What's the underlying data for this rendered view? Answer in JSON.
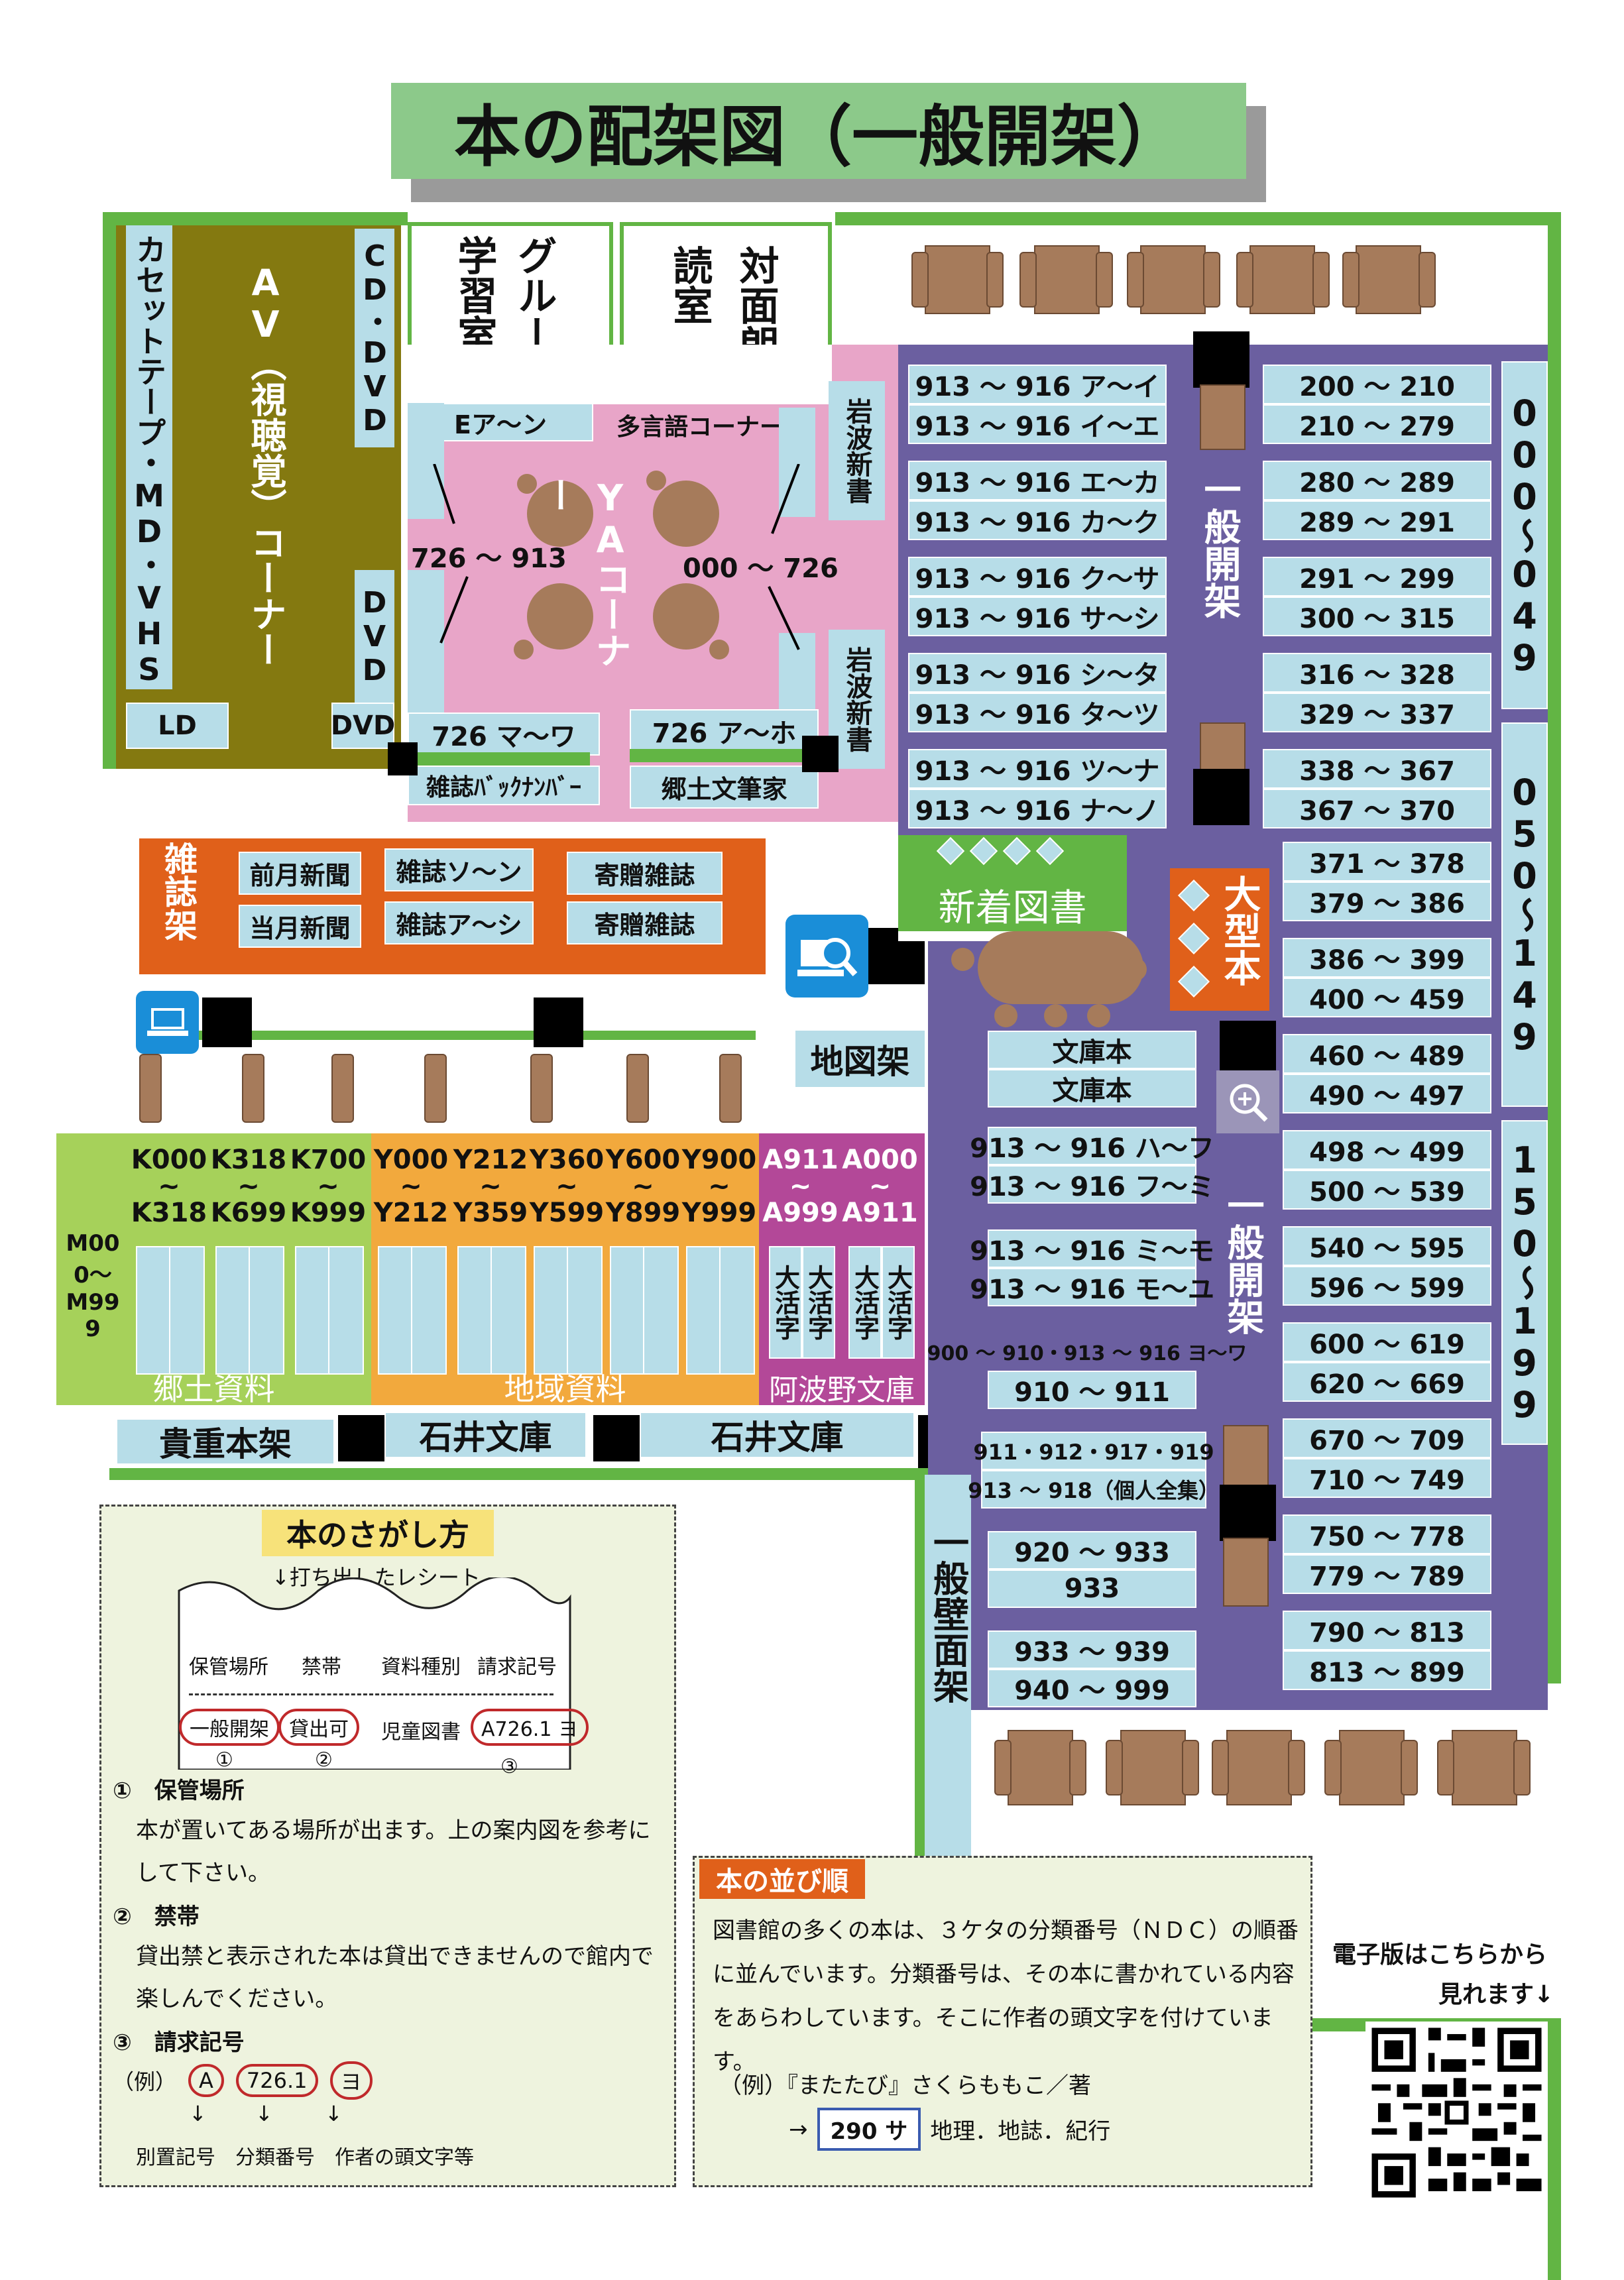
{
  "title": "本の配架図（一般開架）",
  "rooms": {
    "av": "AV（視聴覚）コーナー",
    "cassette": "カセットテープ・MD・VHS",
    "cd_dvd": "CD・DVD",
    "dvd_v": "DVD",
    "ld": "LD",
    "dvd": "DVD",
    "group_room": "グループ学習室",
    "taimen_room": "対面朗読室",
    "e_corner": "Eア～ン",
    "multilang": "多言語コーナー",
    "iwanami1": "岩波新書",
    "iwanami2": "岩波新書",
    "ya": "YAコーナー",
    "ya_left_range": "726 ～ 913",
    "ya_right_range": "000 ～ 726",
    "ya_726_ma": "726 マ～ワ",
    "ya_726_a": "726 ア～ホ",
    "back_numbers": "雑誌ﾊﾞｯｸﾅﾝﾊﾞｰ",
    "kyodo_bunpitsu": "郷土文筆家",
    "newbooks": "新着図書",
    "oversize": "大型本",
    "map_shelf": "地図架",
    "general_open": "一般開架",
    "general_open2": "一般開架",
    "wall_shelf": "一般壁面架",
    "kicho": "貴重本架",
    "ishii1": "石井文庫",
    "ishii2": "石井文庫"
  },
  "magazines": {
    "label": "雑誌架",
    "items": [
      "前月新聞",
      "当月新聞",
      "雑誌ソ～ン",
      "雑誌ア～シ",
      "寄贈雑誌",
      "寄贈雑誌"
    ]
  },
  "left_ranges": [
    [
      "913 ～ 916 ア～イ",
      "913 ～ 916 イ～エ"
    ],
    [
      "913 ～ 916 エ～カ",
      "913 ～ 916 カ～ク"
    ],
    [
      "913 ～ 916 ク～サ",
      "913 ～ 916 サ～シ"
    ],
    [
      "913 ～ 916 シ～タ",
      "913 ～ 916 タ～ツ"
    ],
    [
      "913 ～ 916 ツ～ナ",
      "913 ～ 916 ナ～ノ"
    ]
  ],
  "right_ranges": [
    [
      "200 ～ 210",
      "210 ～ 279"
    ],
    [
      "280 ～ 289",
      "289 ～ 291"
    ],
    [
      "291 ～ 299",
      "300 ～ 315"
    ],
    [
      "316 ～ 328",
      "329 ～ 337"
    ],
    [
      "338 ～ 367",
      "367 ～ 370"
    ],
    [
      "371 ～ 378",
      "379 ～ 386"
    ],
    [
      "386 ～ 399",
      "400 ～ 459"
    ],
    [
      "460 ～ 489",
      "490 ～ 497"
    ],
    [
      "498 ～ 499",
      "500 ～ 539"
    ],
    [
      "540 ～ 595",
      "596 ～ 599"
    ],
    [
      "600 ～ 619",
      "620 ～ 669"
    ],
    [
      "670 ～ 709",
      "710 ～ 749"
    ],
    [
      "750 ～ 778",
      "779 ～ 789"
    ],
    [
      "790 ～ 813",
      "813 ～ 899"
    ]
  ],
  "lower_ranges": [
    [
      "文庫本",
      "文庫本"
    ],
    [
      "913 ～ 916 ハ～フ",
      "913 ～ 916 フ～ミ"
    ],
    [
      "913 ～ 916 ミ～モ",
      "913 ～ 916 モ～ユ"
    ],
    [
      "900 ～ 910・913 ～ 916 ヨ～ワ",
      "910 ～ 911"
    ],
    [
      "911・912・917・919",
      "913 ～ 918（個人全集）"
    ],
    [
      "920 ～ 933",
      "933"
    ],
    [
      "933 ～ 939",
      "940 ～ 999"
    ]
  ],
  "wall_ranges": [
    "000～049",
    "050～149",
    "150～199"
  ],
  "local": {
    "kyodo_label": "郷土資料",
    "chiiki_label": "地域資料",
    "awano_label": "阿波野文庫",
    "m_range": "M000～M999",
    "kyodo_cols": [
      [
        "K000",
        "K318"
      ],
      [
        "K318",
        "K699"
      ],
      [
        "K700",
        "K999"
      ]
    ],
    "chiiki_cols": [
      [
        "Y000",
        "Y212"
      ],
      [
        "Y212",
        "Y359"
      ],
      [
        "Y360",
        "Y599"
      ],
      [
        "Y600",
        "Y899"
      ],
      [
        "Y900",
        "Y999"
      ]
    ],
    "awano_cols": [
      [
        "A911",
        "A999"
      ],
      [
        "A000",
        "A911"
      ]
    ],
    "awano_shelf": "大活字"
  },
  "search": {
    "title": "本のさがし方",
    "receipt_note": "↓打ち出したレシート",
    "headers": [
      "保管場所",
      "禁帯",
      "資料種別",
      "請求記号"
    ],
    "values": [
      "一般開架",
      "貸出可",
      "児童図書",
      "A726.1 ヨ"
    ],
    "marks": [
      "①",
      "②",
      "③"
    ],
    "n1_title": "①　保管場所",
    "n1_body": "本が置いてある場所が出ます。上の案内図を参考にして下さい。",
    "n2_title": "②　禁帯",
    "n2_body": "貸出禁と表示された本は貸出できませんので館内で楽しんでください。",
    "n3_title": "③　請求記号",
    "ex_prefix": "（例）",
    "ex_parts": [
      "A",
      "726.1",
      "ヨ"
    ],
    "ex_labels": "別置記号　分類番号　作者の頭文字等",
    "arrow": "↓"
  },
  "order": {
    "title": "本の並び順",
    "body": "図書館の多くの本は、３ケタの分類番号（ＮＤＣ）の順番に並んでいます。分類番号は、その本に書かれている内容をあらわしています。そこに作者の頭文字を付けています。",
    "example": "（例）『またたび』さくらももこ／著",
    "arrow": "→",
    "code": "290 サ",
    "subject": "地理．地誌．紀行"
  },
  "digital": {
    "line1": "電子版はこちらから",
    "line2": "見れます↓"
  },
  "colors": {
    "green_wall": "#62b544",
    "purple_area": "#6b5fa0",
    "pink_area": "#e8a5c8",
    "olive_av": "#847910",
    "orange_mag": "#e0601a",
    "shelf_blue": "#b7dde8",
    "kyodo_green": "#a6d15a",
    "chiiki_orange": "#f2a93d",
    "awano_magenta": "#b34898",
    "title_green": "#8cc98a"
  }
}
